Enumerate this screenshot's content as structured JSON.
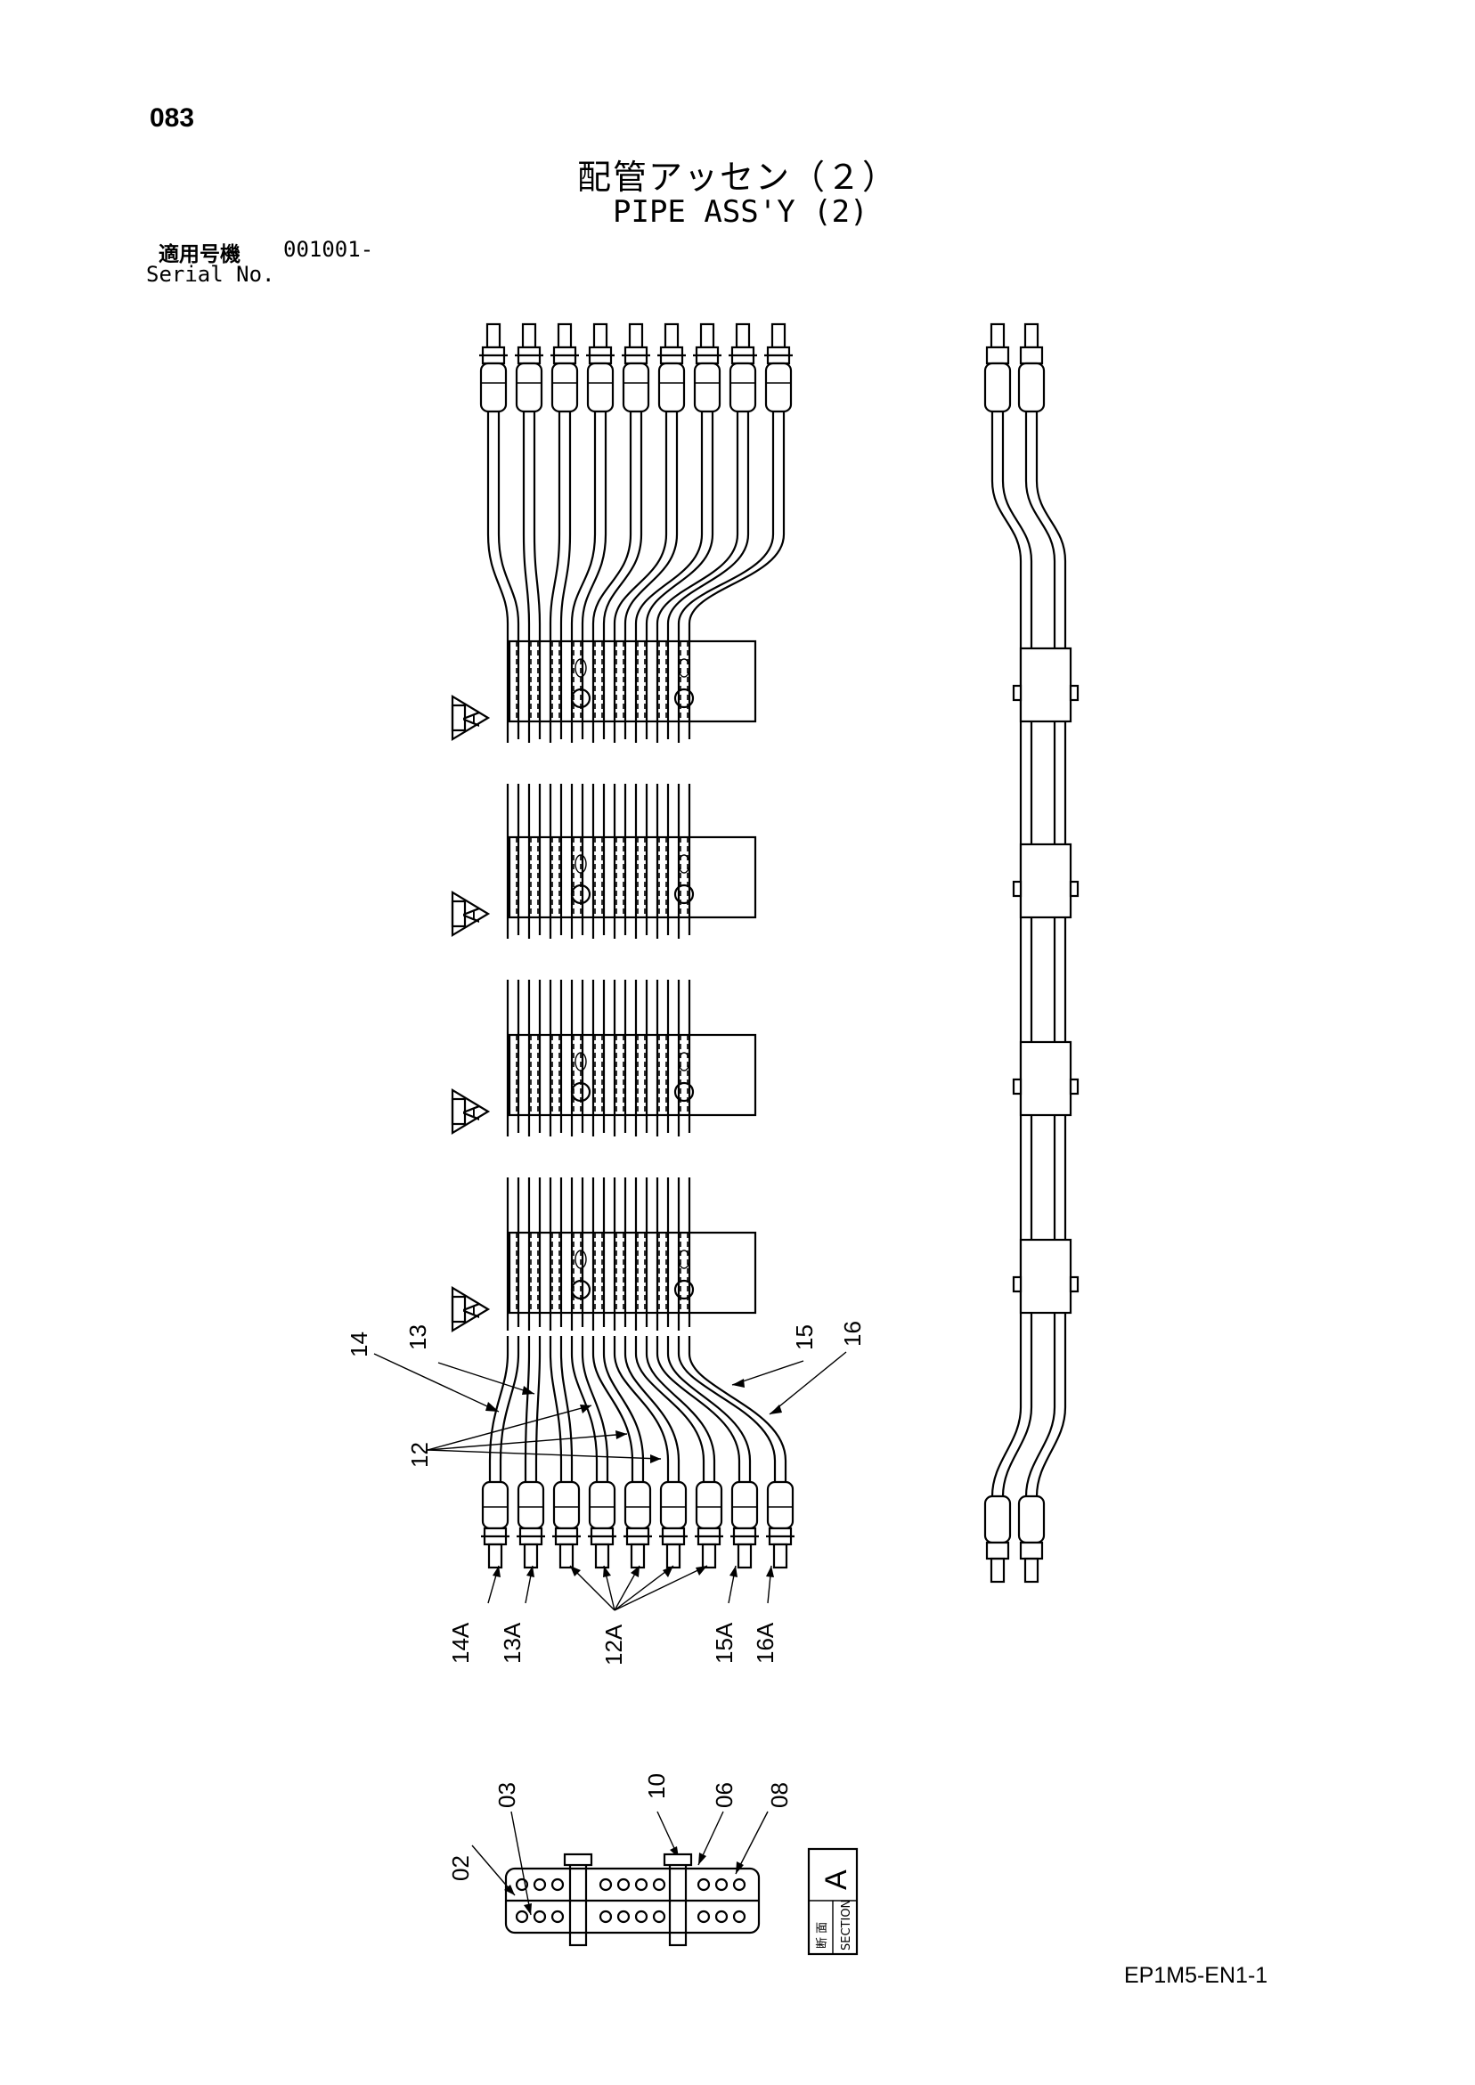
{
  "page": {
    "page_number": "083",
    "title_jp": "配管アッセン（２）",
    "title_en": "PIPE ASS'Y (2)",
    "serial_label_jp": "適用号機",
    "serial_value": "001001-",
    "serial_label_en": "Serial No.",
    "document_code": "EP1M5-EN1-1"
  },
  "diagram": {
    "view_marker": "A",
    "callouts": {
      "c14": "14",
      "c13": "13",
      "c12": "12",
      "c15": "15",
      "c16": "16",
      "c14A": "14A",
      "c13A": "13A",
      "c12A": "12A",
      "c15A": "15A",
      "c16A": "16A",
      "c02": "02",
      "c03": "03",
      "c10": "10",
      "c06": "06",
      "c08": "08"
    },
    "section_label": {
      "letter": "A",
      "jp_text": "断 面",
      "en_text": "SECTION"
    }
  }
}
